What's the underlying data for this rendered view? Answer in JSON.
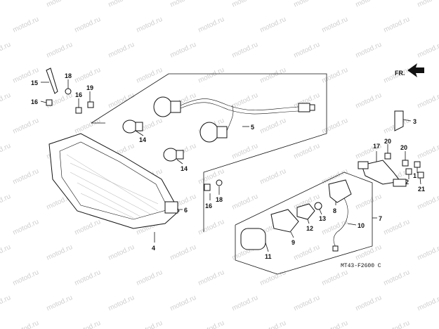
{
  "watermark": "motod.ru",
  "diagram_code": "MT43-F2600 C",
  "direction_label": "FR.",
  "labels": {
    "p1": "1",
    "p2": "2",
    "p3": "3",
    "p4": "4",
    "p5": "5",
    "p6": "6",
    "p7": "7",
    "p8": "8",
    "p9": "9",
    "p10": "10",
    "p11": "11",
    "p12": "12",
    "p13": "13",
    "p14a": "14",
    "p14b": "14",
    "p15": "15",
    "p16a": "16",
    "p16b": "16",
    "p16c": "16",
    "p17": "17",
    "p18a": "18",
    "p18b": "18",
    "p19": "19",
    "p20a": "20",
    "p20b": "20",
    "p21": "21"
  }
}
